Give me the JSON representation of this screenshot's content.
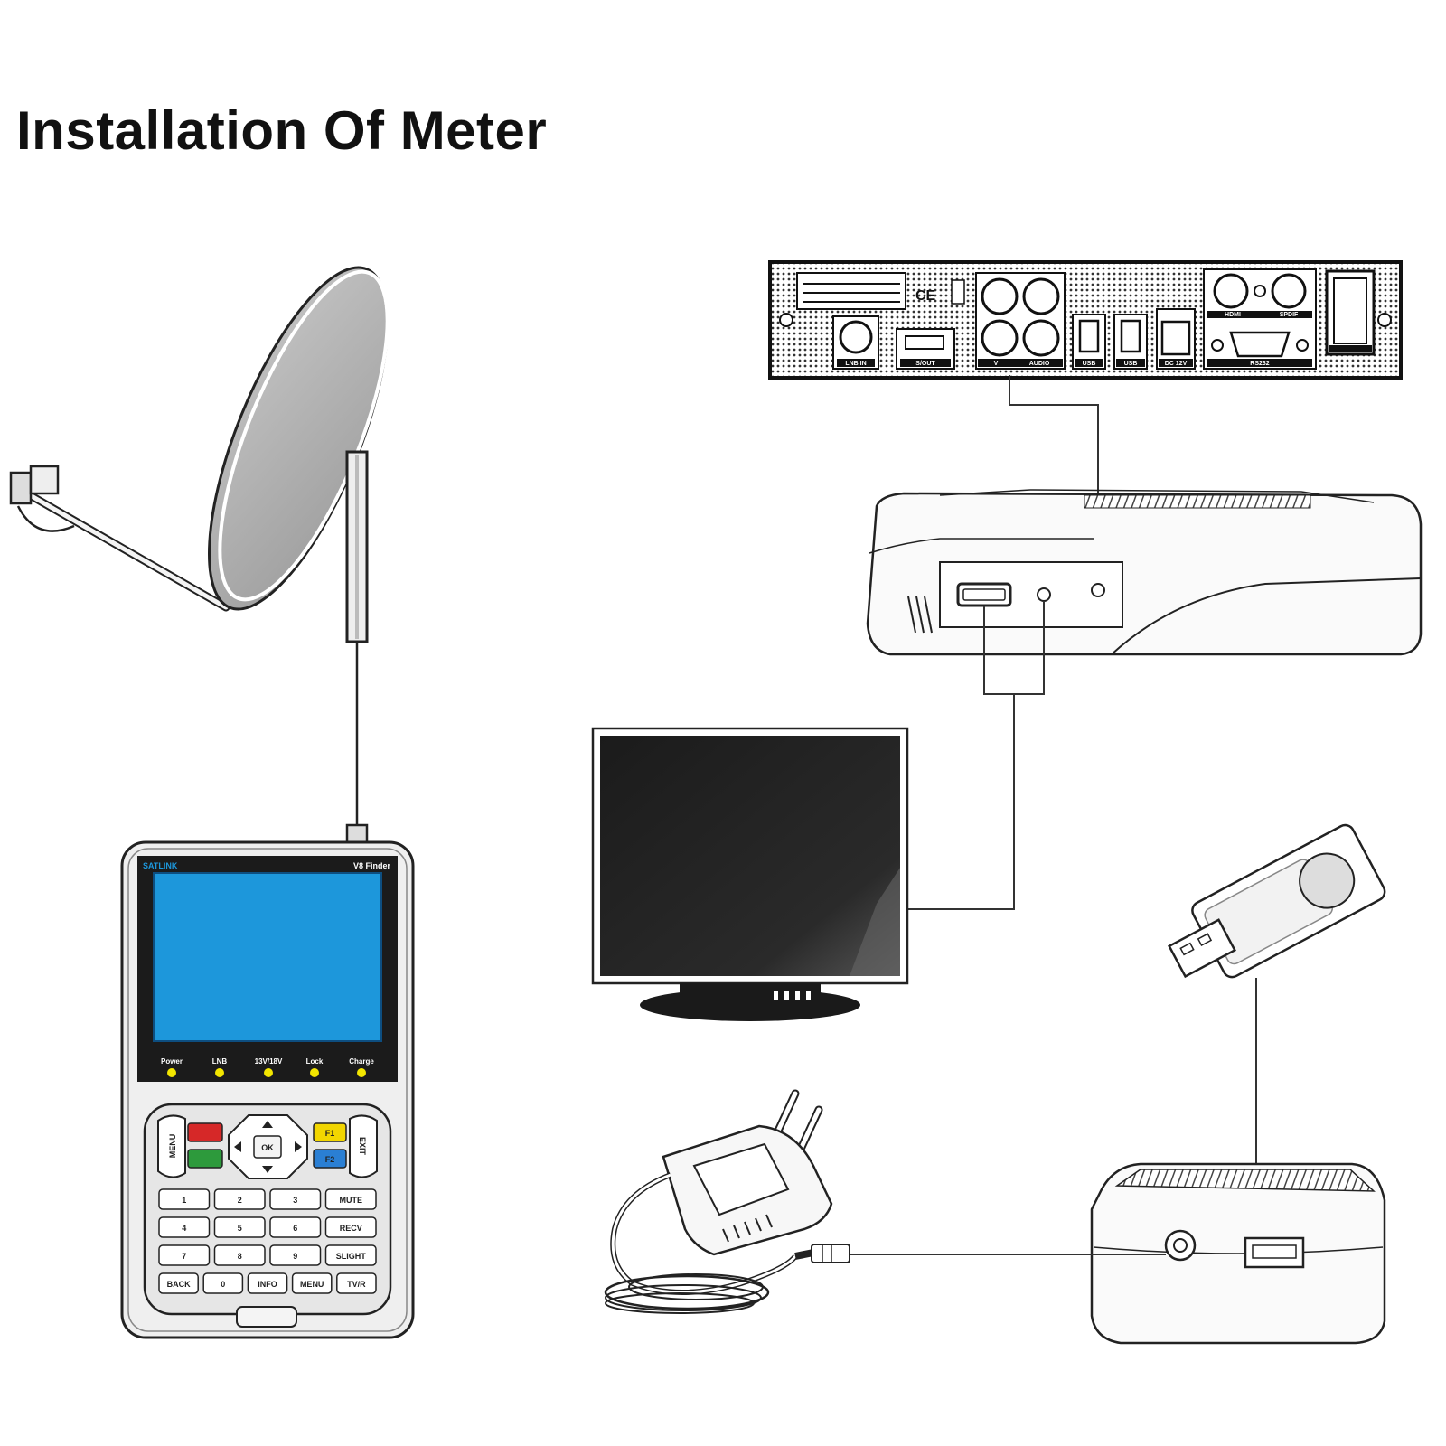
{
  "title": "Installation Of Meter",
  "meter": {
    "brand": "SATLINK",
    "model": "V8 Finder",
    "indicators": [
      "Power",
      "LNB",
      "13V/18V",
      "Lock",
      "Charge"
    ],
    "side_buttons": {
      "left": "MENU",
      "right": "EXIT"
    },
    "color_keys": [
      "F1",
      "F2"
    ],
    "ok_label": "OK",
    "keypad_rows": [
      [
        "1",
        "2",
        "3",
        "MUTE"
      ],
      [
        "4",
        "5",
        "6",
        "RECV"
      ],
      [
        "7",
        "8",
        "9",
        "SLIGHT"
      ],
      [
        "BACK",
        "0",
        "INFO",
        "MENU",
        "TV/R"
      ]
    ],
    "colors": {
      "screen": "#1d97db",
      "red": "#d62828",
      "green": "#2d9a3c",
      "yellow": "#f2d600",
      "blue": "#2a7fd4"
    }
  },
  "receiver_back": {
    "port_labels": [
      "LNB IN",
      "S/OUT",
      "V",
      "AUDIO",
      "USB",
      "USB",
      "DC 12V",
      "HDMI",
      "SPDIF",
      "RS232"
    ]
  },
  "tv": {
    "icon": "monitor-icon"
  },
  "usb": {
    "icon": "usb-drive-icon"
  },
  "adapter": {
    "icon": "power-adapter-icon"
  }
}
